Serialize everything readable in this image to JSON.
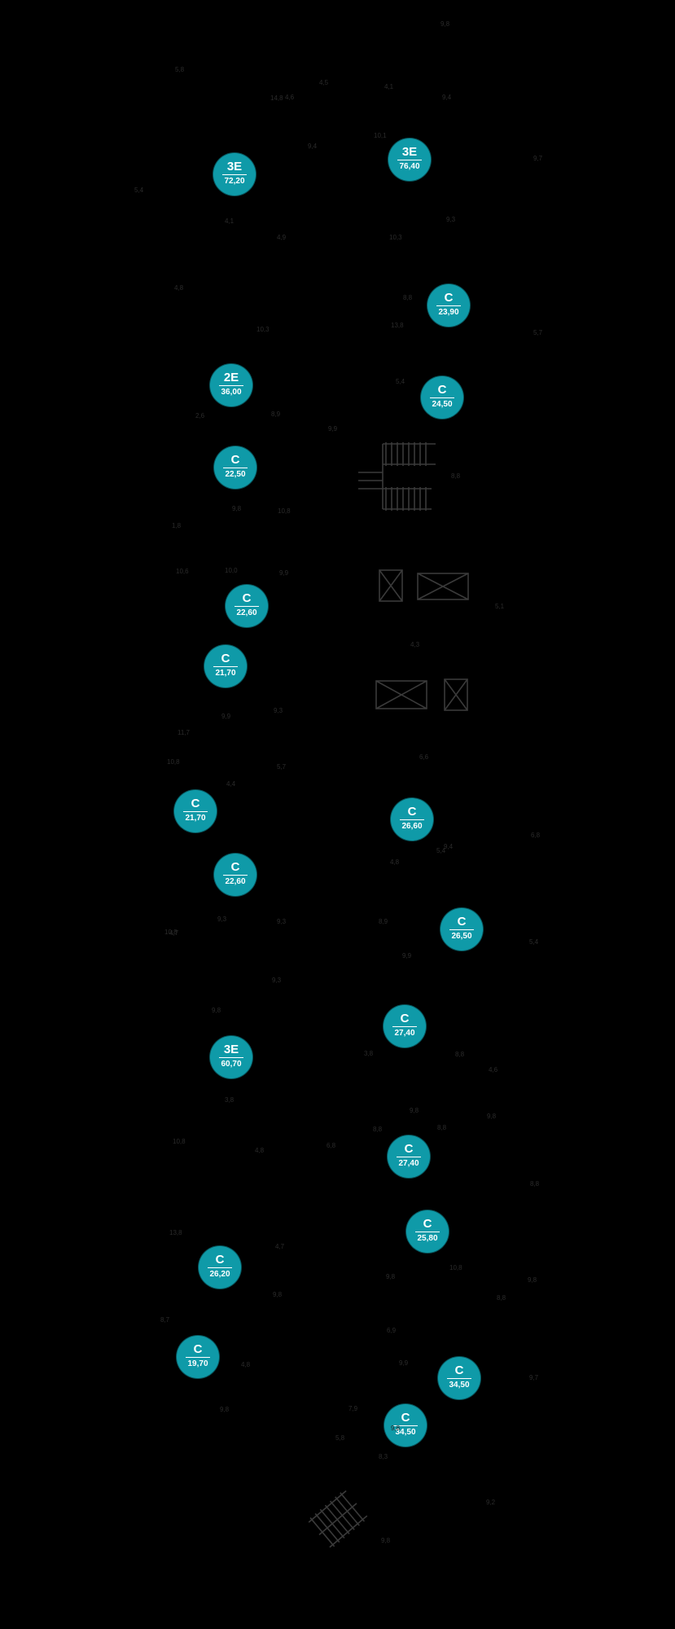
{
  "plan": {
    "colors": {
      "background": "#000000",
      "unit_marker": "#0f9aa8",
      "unit_text": "#ffffff",
      "dimension_text": "#2b2b2b",
      "structure_lines": "#3a3a3a"
    },
    "units": [
      {
        "code": "3E",
        "area": "72,20"
      },
      {
        "code": "3E",
        "area": "76,40"
      },
      {
        "code": "C",
        "area": "23,90"
      },
      {
        "code": "2E",
        "area": "36,00"
      },
      {
        "code": "C",
        "area": "24,50"
      },
      {
        "code": "C",
        "area": "22,50"
      },
      {
        "code": "C",
        "area": "22,60"
      },
      {
        "code": "C",
        "area": "21,70"
      },
      {
        "code": "C",
        "area": "21,70"
      },
      {
        "code": "C",
        "area": "26,60"
      },
      {
        "code": "C",
        "area": "22,60"
      },
      {
        "code": "C",
        "area": "26,50"
      },
      {
        "code": "C",
        "area": "27,40"
      },
      {
        "code": "3E",
        "area": "60,70"
      },
      {
        "code": "C",
        "area": "27,40"
      },
      {
        "code": "C",
        "area": "25,80"
      },
      {
        "code": "C",
        "area": "26,20"
      },
      {
        "code": "C",
        "area": "19,70"
      },
      {
        "code": "C",
        "area": "34,50"
      },
      {
        "code": "C",
        "area": "34,50"
      }
    ],
    "dimension_labels": [
      "5,8",
      "4,6",
      "14,8",
      "4,5",
      "4,1",
      "9,4",
      "10,1",
      "9,4",
      "9,7",
      "5,4",
      "9,3",
      "4,9",
      "4,1",
      "10,3",
      "4,8",
      "10,3",
      "8,8",
      "13,8",
      "5,7",
      "2,6",
      "5,4",
      "8,9",
      "9,9",
      "8,8",
      "9,8",
      "10,8",
      "10,6",
      "1,8",
      "10,0",
      "9,9",
      "5,1",
      "4,3",
      "4,7",
      "9,4",
      "9,9",
      "9,3",
      "11,7",
      "10,8",
      "5,7",
      "4,4",
      "6,6",
      "4,8",
      "5,4",
      "10,8",
      "9,3",
      "9,3",
      "8,9",
      "9,9",
      "6,8",
      "5,4",
      "9,3",
      "9,8",
      "3,8",
      "8,8",
      "4,6",
      "3,8",
      "10,8",
      "4,8",
      "6,8",
      "8,8",
      "8,8",
      "9,8",
      "13,8",
      "4,7",
      "9,8",
      "10,8",
      "9,8",
      "9,8",
      "8,7",
      "6,9",
      "4,8",
      "9,9",
      "9,8",
      "5,8",
      "8,3",
      "9,2",
      "9,8",
      "9,7",
      "7,9",
      "9,8",
      "9,8",
      "8,8",
      "8,8",
      "9,8"
    ]
  }
}
